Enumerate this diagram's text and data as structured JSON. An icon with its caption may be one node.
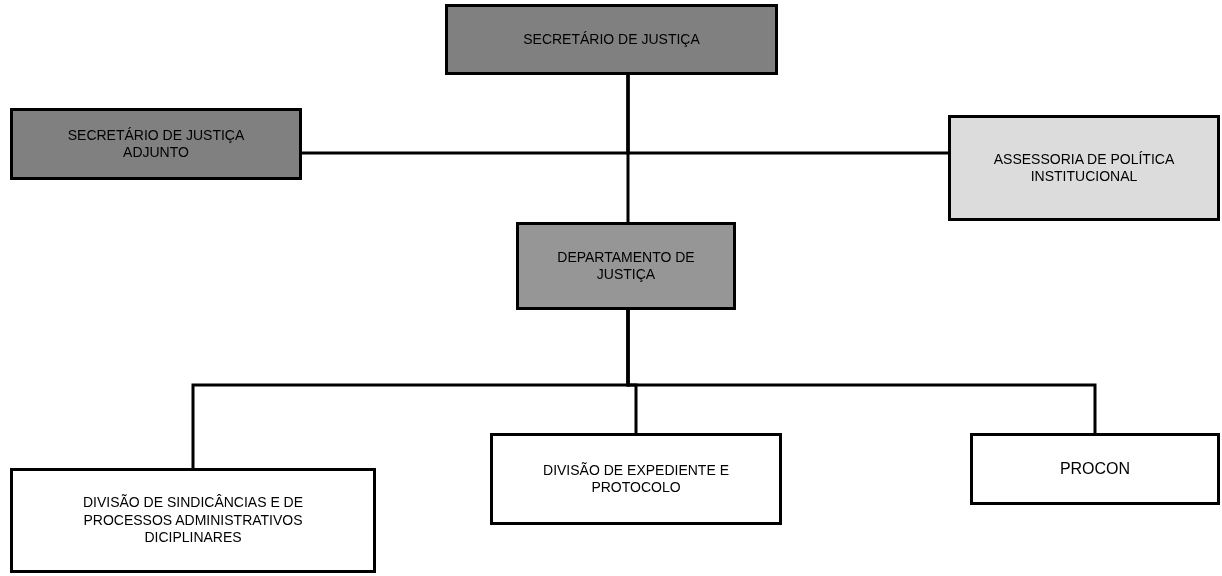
{
  "diagram": {
    "nodes": [
      {
        "text": [
          "SECRETÁRIO DE JUSTIÇA"
        ]
      },
      {
        "text": [
          "SECRETÁRIO DE JUSTIÇA ADJUNTO"
        ]
      },
      {
        "text": [
          "ASSESSORIA DE POLÍTICA INSTITUCIONAL"
        ]
      },
      {
        "text": [
          "DEPARTAMENTO DE JUSTIÇA"
        ]
      },
      {
        "text": [
          "DIVISÃO DE SINDICÂNCIAS E DE PROCESSOS ADMINISTRATIVOS DICIPLINARES"
        ]
      },
      {
        "text": [
          "DIVISÃO DE EXPEDIENTE E PROTOCOLO"
        ]
      },
      {
        "text": [
          "PROCON"
        ]
      }
    ],
    "edges": [
      {
        "from": 0,
        "to": 1,
        "arrow": "none"
      },
      {
        "from": 0,
        "to": 2,
        "arrow": "none"
      },
      {
        "from": 0,
        "to": 3,
        "arrow": "none"
      },
      {
        "from": 3,
        "to": 4,
        "arrow": "none"
      },
      {
        "from": 3,
        "to": 5,
        "arrow": "none"
      },
      {
        "from": 3,
        "to": 6,
        "arrow": "none"
      }
    ]
  }
}
